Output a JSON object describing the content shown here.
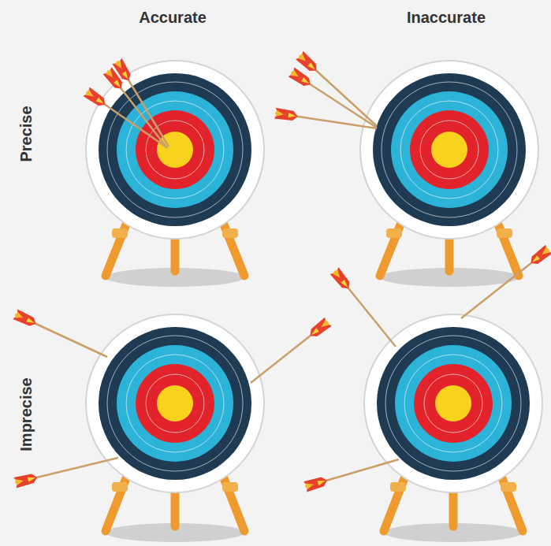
{
  "diagram": {
    "labels": [
      "Accurate",
      "Inaccurate",
      "Precise",
      "Imprecise"
    ]
  }
}
